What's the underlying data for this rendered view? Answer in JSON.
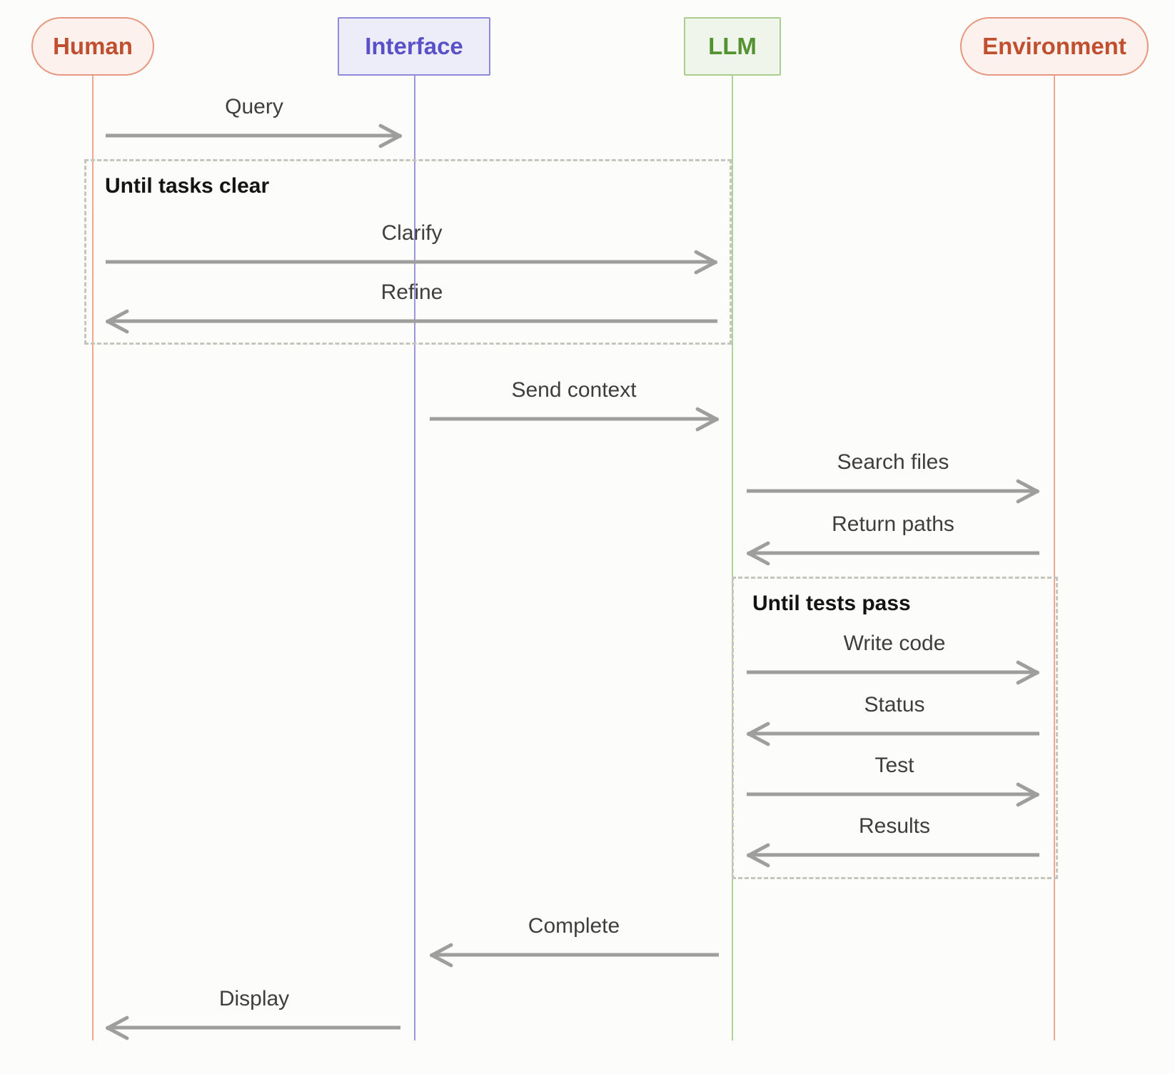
{
  "diagram": {
    "type": "sequence-diagram",
    "actors": [
      {
        "id": "human",
        "label": "Human",
        "shape": "pill"
      },
      {
        "id": "interface",
        "label": "Interface",
        "shape": "rect"
      },
      {
        "id": "llm",
        "label": "LLM",
        "shape": "rect"
      },
      {
        "id": "environment",
        "label": "Environment",
        "shape": "pill"
      }
    ],
    "messages": [
      {
        "label": "Query",
        "from": "Human",
        "to": "Interface",
        "direction": "right"
      },
      {
        "label": "Clarify",
        "from": "Human",
        "to": "LLM",
        "direction": "right",
        "loop": "Until tasks clear"
      },
      {
        "label": "Refine",
        "from": "LLM",
        "to": "Human",
        "direction": "left",
        "loop": "Until tasks clear"
      },
      {
        "label": "Send context",
        "from": "Interface",
        "to": "LLM",
        "direction": "right"
      },
      {
        "label": "Search files",
        "from": "LLM",
        "to": "Environment",
        "direction": "right"
      },
      {
        "label": "Return paths",
        "from": "Environment",
        "to": "LLM",
        "direction": "left"
      },
      {
        "label": "Write code",
        "from": "LLM",
        "to": "Environment",
        "direction": "right",
        "loop": "Until tests pass"
      },
      {
        "label": "Status",
        "from": "Environment",
        "to": "LLM",
        "direction": "left",
        "loop": "Until tests pass"
      },
      {
        "label": "Test",
        "from": "LLM",
        "to": "Environment",
        "direction": "right",
        "loop": "Until tests pass"
      },
      {
        "label": "Results",
        "from": "Environment",
        "to": "LLM",
        "direction": "left",
        "loop": "Until tests pass"
      },
      {
        "label": "Complete",
        "from": "LLM",
        "to": "Interface",
        "direction": "left"
      },
      {
        "label": "Display",
        "from": "Interface",
        "to": "Human",
        "direction": "left"
      }
    ],
    "loops": [
      {
        "label": "Until tasks clear",
        "contains": [
          "Clarify",
          "Refine"
        ]
      },
      {
        "label": "Until tests pass",
        "contains": [
          "Write code",
          "Status",
          "Test",
          "Results"
        ]
      }
    ],
    "colors": {
      "background": "#fcfcfa",
      "human_fill": "#fdf1ed",
      "human_border": "#e8977f",
      "human_text": "#bf4f2f",
      "human_lifeline": "#f2a68f",
      "interface_fill": "#edecf9",
      "interface_border": "#8f8ad9",
      "interface_text": "#5a50c8",
      "interface_lifeline": "#9c96dd",
      "llm_fill": "#eff5ea",
      "llm_border": "#abce8d",
      "llm_text": "#549130",
      "llm_lifeline": "#aed392",
      "environment_fill": "#fdf1ed",
      "environment_border": "#e8977f",
      "environment_text": "#bf4f2f",
      "environment_lifeline": "#f2a68f",
      "arrow": "#9e9e9d",
      "message_text": "#3e3e3d",
      "loop_text": "#141414",
      "loop_border": "#c6c5bd"
    }
  }
}
